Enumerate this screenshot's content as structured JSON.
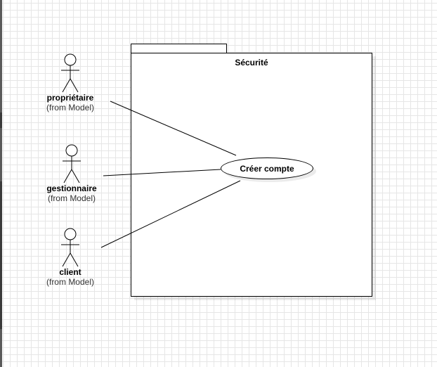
{
  "package": {
    "title": "Sécurité"
  },
  "use_case": {
    "label": "Créer compte"
  },
  "actors": [
    {
      "name": "propriétaire",
      "from": "(from Model)"
    },
    {
      "name": "gestionnaire",
      "from": "(from Model)"
    },
    {
      "name": "client",
      "from": "(from Model)"
    }
  ]
}
